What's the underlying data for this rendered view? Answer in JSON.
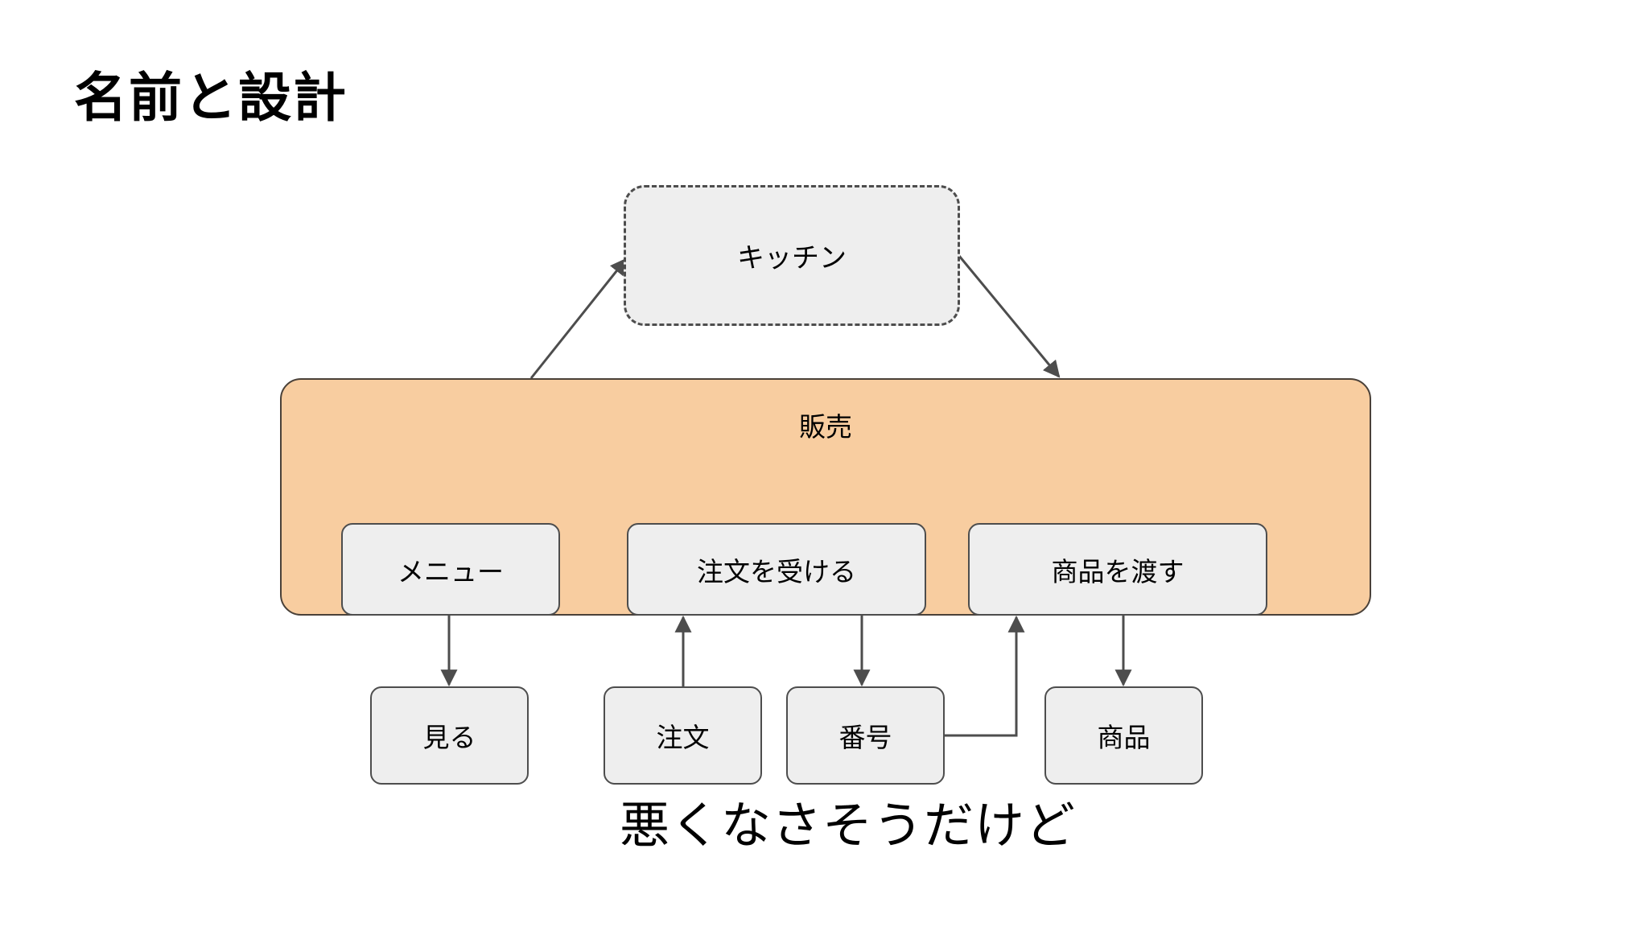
{
  "slide": {
    "title": "名前と設計",
    "caption": "悪くなさそうだけど",
    "background_color": "#ffffff",
    "text_color": "#000000"
  },
  "diagram": {
    "type": "block-diagram",
    "colors": {
      "container_fill": "#f8cda0",
      "container_stroke": "#4a4139",
      "node_fill": "#eeeeee",
      "node_stroke": "#4d4d4d",
      "edge_stroke": "#4d4d4d"
    },
    "nodes": [
      {
        "id": "kitchen",
        "label": "キッチン",
        "style": "dashed",
        "group": "top"
      },
      {
        "id": "sales",
        "label": "販売",
        "style": "orange",
        "group": "container"
      },
      {
        "id": "menu",
        "label": "メニュー",
        "style": "grey",
        "group": "sales-children"
      },
      {
        "id": "take_order",
        "label": "注文を受ける",
        "style": "grey",
        "group": "sales-children"
      },
      {
        "id": "hand_over",
        "label": "商品を渡す",
        "style": "grey",
        "group": "sales-children"
      },
      {
        "id": "view",
        "label": "見る",
        "style": "grey",
        "group": "bottom"
      },
      {
        "id": "order",
        "label": "注文",
        "style": "grey",
        "group": "bottom"
      },
      {
        "id": "number",
        "label": "番号",
        "style": "grey",
        "group": "bottom"
      },
      {
        "id": "product",
        "label": "商品",
        "style": "grey",
        "group": "bottom"
      }
    ],
    "edges": [
      {
        "from": "sales",
        "to": "kitchen",
        "kind": "diagonal",
        "direction": "up-right"
      },
      {
        "from": "kitchen",
        "to": "sales",
        "kind": "diagonal",
        "direction": "down-right"
      },
      {
        "from": "menu",
        "to": "view",
        "kind": "straight",
        "direction": "down"
      },
      {
        "from": "order",
        "to": "take_order",
        "kind": "straight",
        "direction": "up"
      },
      {
        "from": "take_order",
        "to": "number",
        "kind": "straight",
        "direction": "down"
      },
      {
        "from": "number",
        "to": "hand_over",
        "kind": "elbow",
        "direction": "right-up"
      },
      {
        "from": "hand_over",
        "to": "product",
        "kind": "straight",
        "direction": "down"
      }
    ]
  }
}
